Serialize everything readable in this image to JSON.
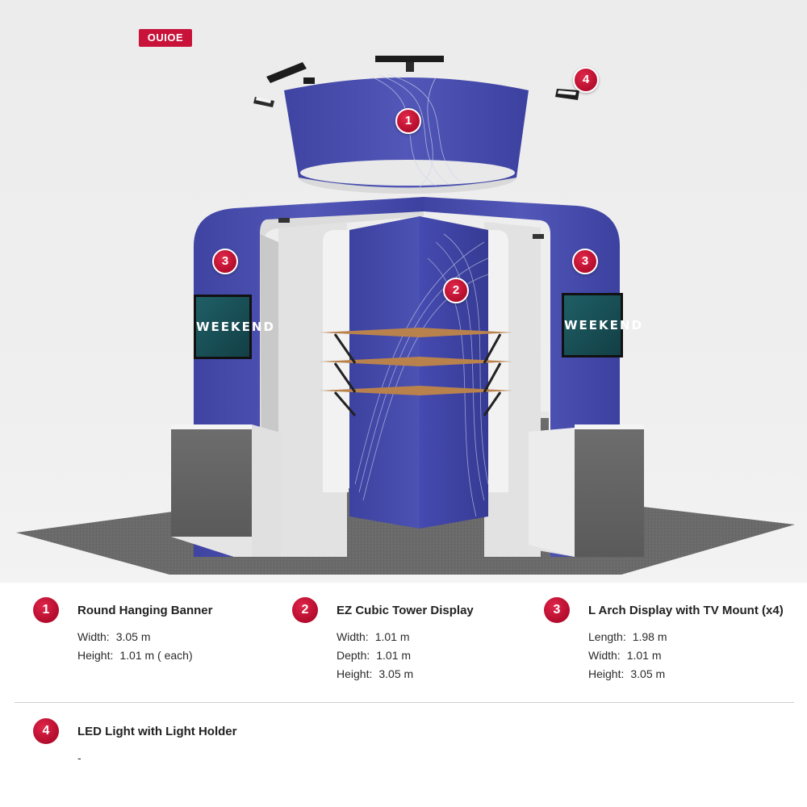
{
  "brand": {
    "logo_text": "OUIOE",
    "accent": "#c8123a",
    "booth_blue": "#4a4fae"
  },
  "illustration": {
    "tv_screen_text": "WEEKEND",
    "callouts": [
      "1",
      "2",
      "3",
      "3",
      "4"
    ]
  },
  "specs": [
    {
      "number": "1",
      "title": "Round Hanging Banner",
      "rows": [
        {
          "label": "Width:",
          "value": "3.05 m"
        },
        {
          "label": "Height:",
          "value": "1.01 m ( each)"
        }
      ]
    },
    {
      "number": "2",
      "title": "EZ Cubic Tower Display",
      "rows": [
        {
          "label": "Width:",
          "value": "1.01 m"
        },
        {
          "label": "Depth:",
          "value": "1.01 m"
        },
        {
          "label": "Height:",
          "value": "3.05 m"
        }
      ]
    },
    {
      "number": "3",
      "title": "L Arch Display with TV Mount (x4)",
      "rows": [
        {
          "label": "Length:",
          "value": "1.98 m"
        },
        {
          "label": "Width:",
          "value": "1.01 m"
        },
        {
          "label": "Height:",
          "value": "3.05 m"
        }
      ]
    },
    {
      "number": "4",
      "title": "LED Light with Light Holder",
      "rows": [
        {
          "label": "",
          "value": "-"
        }
      ]
    }
  ]
}
